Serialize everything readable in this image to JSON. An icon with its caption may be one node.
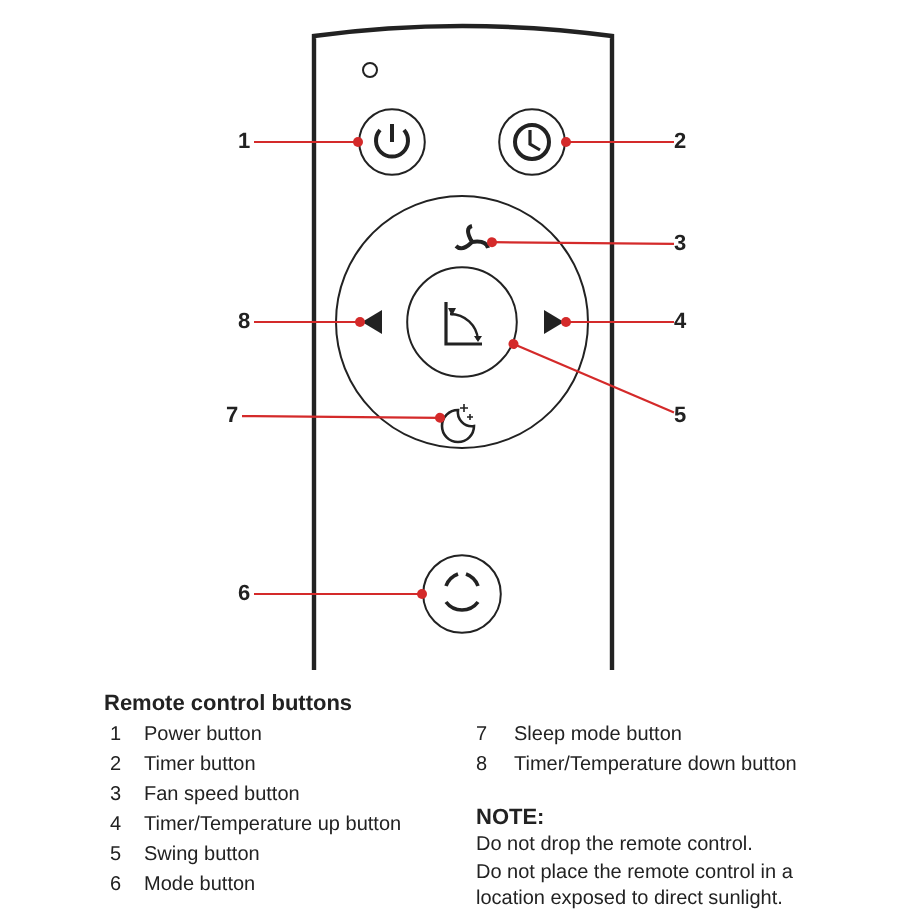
{
  "diagram": {
    "nodes": [
      {
        "text": [
          "1"
        ]
      },
      {
        "text": [
          "2"
        ]
      },
      {
        "text": [
          "3"
        ]
      },
      {
        "text": [
          "4"
        ]
      },
      {
        "text": [
          "5"
        ]
      },
      {
        "text": [
          "6"
        ]
      },
      {
        "text": [
          "7"
        ]
      },
      {
        "text": [
          "8"
        ]
      },
      {
        "text": [],
        "shape": "circle"
      },
      {
        "text": [],
        "shape": "circle"
      },
      {
        "text": [],
        "shape": "fan"
      },
      {
        "text": [],
        "shape": "triangle"
      },
      {
        "text": [],
        "shape": "circle"
      },
      {
        "text": [],
        "shape": "triangle"
      },
      {
        "text": [],
        "shape": "moon"
      },
      {
        "text": [],
        "shape": "circle"
      }
    ],
    "edges": [
      {
        "from": 0,
        "to": 8,
        "arrow": "other",
        "color": "#d42a2a"
      },
      {
        "from": 1,
        "to": 9,
        "arrow": "other",
        "color": "#d42a2a"
      },
      {
        "from": 2,
        "to": 10,
        "arrow": "other",
        "color": "#d42a2a"
      },
      {
        "from": 3,
        "to": 13,
        "arrow": "other",
        "color": "#d42a2a"
      },
      {
        "from": 4,
        "to": 12,
        "arrow": "other",
        "color": "#d42a2a"
      },
      {
        "from": 5,
        "to": 15,
        "arrow": "other",
        "color": "#d42a2a"
      },
      {
        "from": 6,
        "to": 14,
        "arrow": "other",
        "color": "#d42a2a"
      },
      {
        "from": 7,
        "to": 11,
        "arrow": "other",
        "color": "#d42a2a"
      }
    ],
    "labels": [
      "Remote control buttons",
      "1",
      "Power button",
      "7",
      "Sleep mode button",
      "2",
      "Timer button",
      "8",
      "Timer/Temperature down button",
      "3",
      "Fan speed button",
      "4",
      "Timer/Temperature up button",
      "NOTE:",
      "5",
      "Swing button",
      "Do not drop the remote control.",
      "6",
      "Mode button",
      "Do not place the remote control in a location exposed to direct sunlight."
    ]
  }
}
